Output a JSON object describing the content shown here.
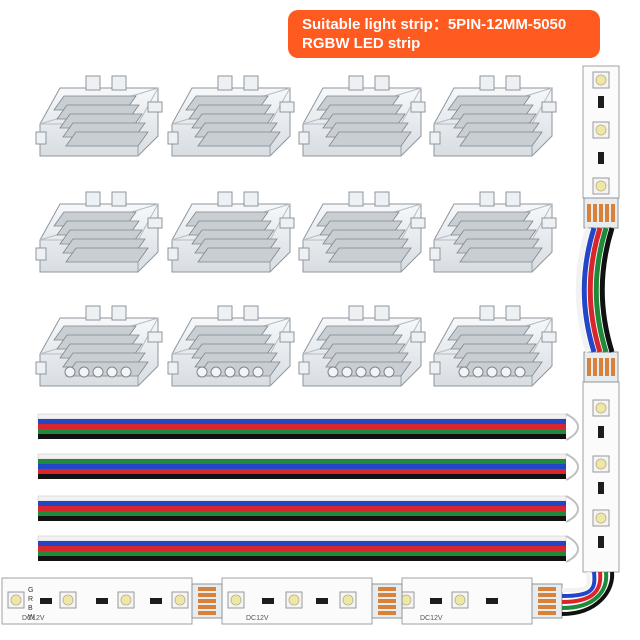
{
  "banner": {
    "line1": "Suitable light strip：5PIN-12MM-5050",
    "line2": "RGBW LED strip"
  },
  "strip": {
    "voltage_label": "DC12V",
    "terminal_marks": [
      "G",
      "R",
      "B",
      "W"
    ]
  },
  "colors": {
    "banner": "#ff5a1f",
    "wire_white": "#f2f2f2",
    "wire_blue": "#2346c8",
    "wire_red": "#d9252c",
    "wire_green": "#1f8a3a",
    "wire_black": "#111111"
  }
}
